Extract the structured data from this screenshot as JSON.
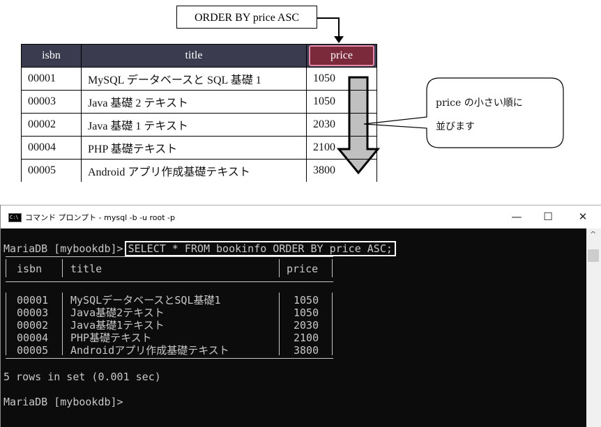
{
  "diagram": {
    "callout_top": "ORDER BY price ASC",
    "headers": [
      "isbn",
      "title",
      "price"
    ],
    "rows": [
      [
        "00001",
        "MySQL データベースと SQL 基礎 1",
        "1050"
      ],
      [
        "00003",
        "Java 基礎 2 テキスト",
        "1050"
      ],
      [
        "00002",
        "Java 基礎 1 テキスト",
        "2030"
      ],
      [
        "00004",
        "PHP 基礎テキスト",
        "2100"
      ],
      [
        "00005",
        "Android アプリ作成基礎テキスト",
        "3800"
      ]
    ],
    "speech_line1": "price の小さい順に",
    "speech_line2": "並びます",
    "colors": {
      "header_bg": "#3b3b4f",
      "price_header_bg": "#7a2a3a",
      "price_header_border": "#e58aa8",
      "arrow_fill": "#c0c0c0"
    }
  },
  "console": {
    "window_title": "コマンド プロンプト - mysql  -b -u root -p",
    "icon_label": "C:\\",
    "minimize": "—",
    "maximize": "☐",
    "close": "✕",
    "prompt": "MariaDB [mybookdb]>",
    "command": "SELECT * FROM bookinfo ORDER BY price ASC;",
    "headers": [
      "isbn",
      "title",
      "price"
    ],
    "rows": [
      [
        "00001",
        "MySQLデータベースとSQL基礎1",
        "1050"
      ],
      [
        "00003",
        "Java基礎2テキスト",
        "1050"
      ],
      [
        "00002",
        "Java基礎1テキスト",
        "2030"
      ],
      [
        "00004",
        "PHP基礎テキスト",
        "2100"
      ],
      [
        "00005",
        "Androidアプリ作成基礎テキスト",
        "3800"
      ]
    ],
    "summary": "5 rows in set (0.001 sec)",
    "prompt2": "MariaDB [mybookdb]>",
    "scroll_up": "^",
    "colors": {
      "background": "#0c0c0c",
      "text": "#c8c8c8"
    }
  }
}
